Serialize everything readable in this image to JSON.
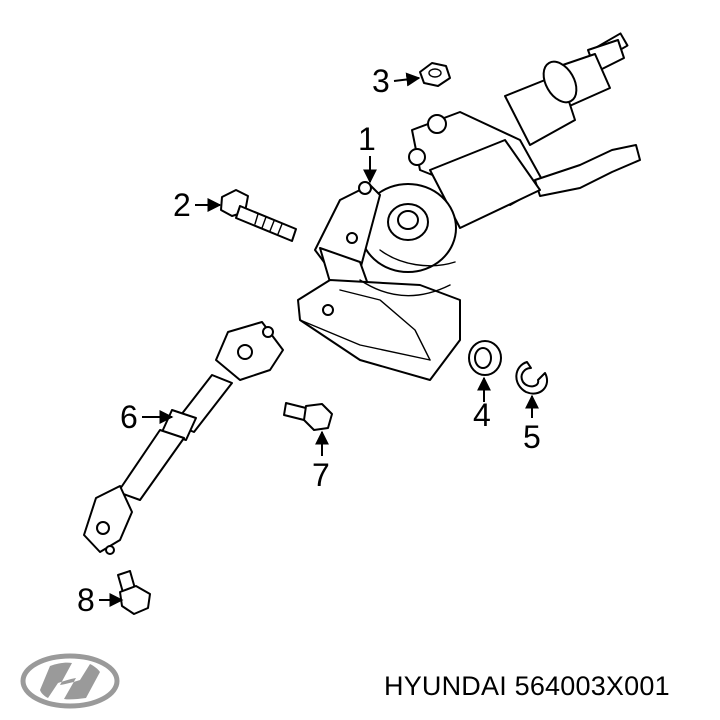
{
  "brand": {
    "name": "HYUNDAI",
    "part_number": "564003X001",
    "logo_icon": "hyundai-logo-icon"
  },
  "callouts": [
    {
      "number": "1"
    },
    {
      "number": "2"
    },
    {
      "number": "3"
    },
    {
      "number": "4"
    },
    {
      "number": "5"
    },
    {
      "number": "6"
    },
    {
      "number": "7"
    },
    {
      "number": "8"
    }
  ],
  "colors": {
    "line": "#000000",
    "background": "#ffffff",
    "logo": "#9a9a9a"
  }
}
